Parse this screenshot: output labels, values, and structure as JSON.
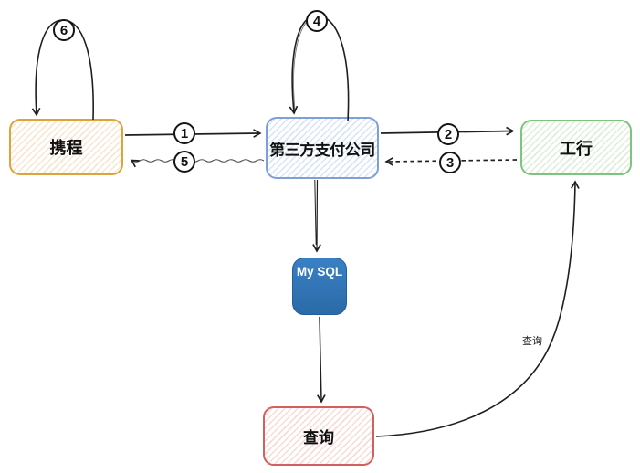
{
  "diagram": {
    "background": "#ffffff",
    "line_color": "#1f1f1f",
    "nodes": [
      {
        "id": "ctrip",
        "label": "携程",
        "border_color": "#dfa33c",
        "fill": "#f8e6ce"
      },
      {
        "id": "third-party-payment",
        "label": "第三方支付公司",
        "border_color": "#7e9fd8",
        "fill": "#d9e4f6"
      },
      {
        "id": "icbc",
        "label": "工行",
        "border_color": "#7ec47f",
        "fill": "#ddeeda"
      },
      {
        "id": "mysql",
        "label": "My SQL",
        "fill": "#2e74b6",
        "text_color": "#ffffff"
      },
      {
        "id": "query",
        "label": "查询",
        "border_color": "#d2605e",
        "fill": "#f7dbd8"
      }
    ],
    "edges": [
      {
        "label": "1",
        "from": "ctrip",
        "to": "third-party-payment",
        "style": "solid-arrow"
      },
      {
        "label": "2",
        "from": "third-party-payment",
        "to": "icbc",
        "style": "solid-arrow"
      },
      {
        "label": "3",
        "from": "icbc",
        "to": "third-party-payment",
        "style": "dashed-arrow"
      },
      {
        "label": "4",
        "from": "third-party-payment",
        "to": "third-party-payment",
        "style": "self-loop-arrow"
      },
      {
        "label": "5",
        "from": "third-party-payment",
        "to": "ctrip",
        "style": "wavy-dashed-arrow"
      },
      {
        "label": "6",
        "from": "ctrip",
        "to": "ctrip",
        "style": "self-loop-arrow"
      },
      {
        "label": "",
        "from": "third-party-payment",
        "to": "mysql",
        "style": "double-stroke-arrow"
      },
      {
        "label": "",
        "from": "mysql",
        "to": "query",
        "style": "solid-arrow"
      },
      {
        "label": "查询",
        "from": "query",
        "to": "icbc",
        "style": "curved-arrow"
      }
    ]
  }
}
